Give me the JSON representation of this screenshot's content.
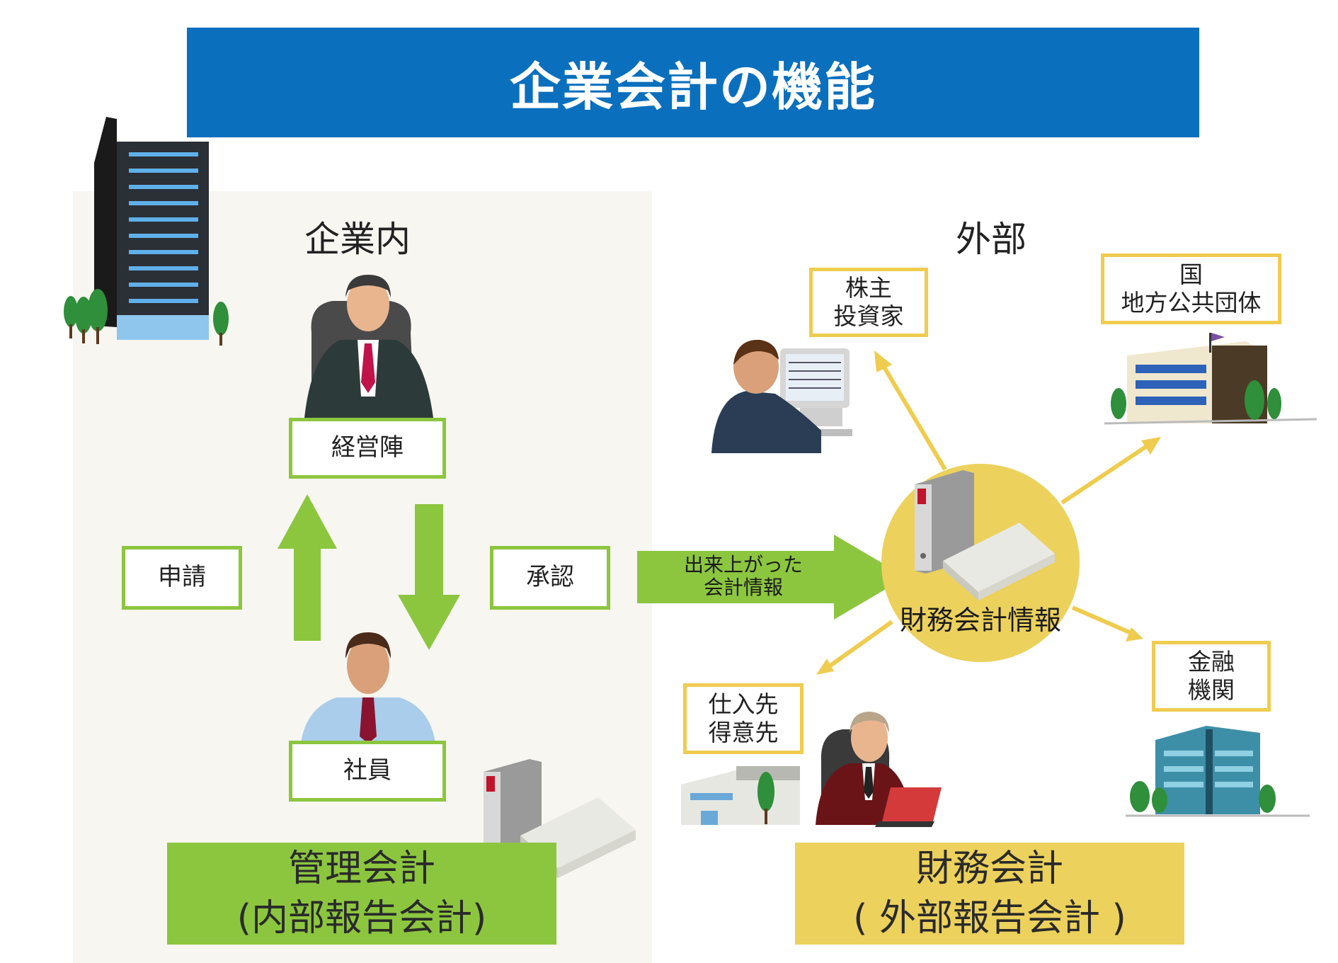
{
  "title": "企業会計の機能",
  "sections": {
    "internal": "企業内",
    "external": "外部"
  },
  "internal": {
    "management": "経営陣",
    "employee": "社員",
    "application": "申請",
    "approval": "承認",
    "band": "管理会計\n(内部報告会計)"
  },
  "flow": {
    "arrow_label": "出来上がった\n会計情報",
    "center": "財務会計情報"
  },
  "external": {
    "shareholders": "株主\n投資家",
    "government": "国\n地方公共団体",
    "suppliers": "仕入先\n得意先",
    "banks": "金融\n機関",
    "band": "財務会計\n( 外部報告会計 )"
  },
  "colors": {
    "title_bg": "#0a6fbd",
    "green": "#8cc63f",
    "yellow": "#efcc4f",
    "center_circle": "#ecd15c",
    "panel_bg": "#f7f6f1"
  }
}
